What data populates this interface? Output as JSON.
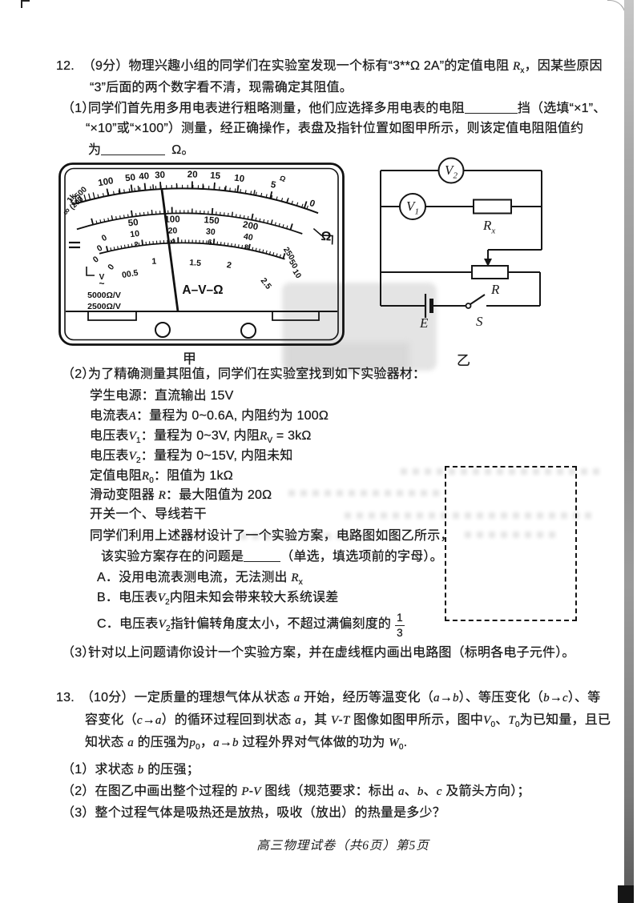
{
  "q12": {
    "num": "12.",
    "intro1": "（9分）物理兴趣小组的同学们在实验室发现一个标有“3**Ω 2A”的定值电阻 {R}_x，因某些原因",
    "intro2": "“3”后面的两个数字看不清，现需确定其阻值。",
    "part1_num": "（1）",
    "part1_a": "同学们首先用多用电表进行粗略测量，他们应选择多用电表的电阻",
    "part1_b": "挡（选填“×1”、",
    "part1_c": "“×10”或“×100”）测量，经正确操作，表盘及指针位置如图甲所示，则该定值电阻阻值约",
    "part1_d": "为",
    "part1_e": "Ω。",
    "part2_num": "（2）",
    "part2_intro": "为了精确测量其阻值，同学们在实验室找到如下实验器材：",
    "equip1": "学生电源：直流输出 15V",
    "equip2": "电流表{A}：量程为 0~0.6A, 内阻约为 100Ω",
    "equip3": "电压表{V}_1：量程为 0~3V, 内阻{R}_V = 3kΩ",
    "equip4": "电压表{V}_2：量程为 0~15V, 内阻未知",
    "equip5": "定值电阻{R}_0：阻值为 1kΩ",
    "equip6": "滑动变阻器 {R}：最大阻值为 20Ω",
    "equip7": "开关一个、导线若干",
    "plan1": "同学们利用上述器材设计了一个实验方案，电路图如图乙所示，",
    "plan2a": "该实验方案存在的问题是",
    "plan2b": "（单选，填选项前的字母）。",
    "optA": "A．没用电流表测电流，无法测出 {R}_x",
    "optB": "B．电压表{V}_2内阻未知会带来较大系统误差",
    "optC": "C．电压表{V}_2指针偏转角度太小，不超过满偏刻度的",
    "frac_num": "1",
    "frac_den": "3",
    "part3_num": "（3）",
    "part3": "针对以上问题请你设计一个实验方案，并在虚线框内画出电路图（标明各电子元件）。"
  },
  "q13": {
    "num": "13.",
    "l1": "（10分）一定质量的理想气体从状态 {a} 开始，经历等温变化（{a}→{b}）、等压变化（{b}→{c}）、等",
    "l2": "容变化（{c}→{a}）的循环过程回到状态 {a}，其 {V}-{T} 图像如图甲所示，图中{V}_0、{T}_0为已知量，且已",
    "l3": "知状态 {a} 的压强为{p}_0，{a}→{b} 过程外界对气体做的功为 {W}_0.",
    "p1": "（1）求状态 {b} 的压强；",
    "p2": "（2）在图乙中画出整个过程的 {P}-{V} 图线（规范要求：标出 {a}、{b}、{c} 及箭头方向）；",
    "p3": "（3）整个过程气体是吸热还是放热，吸收（放出）的热量是多少？"
  },
  "footer": "高三物理试卷（共6页）第5页",
  "meter": {
    "label": "甲",
    "center_text": "A–V–Ω",
    "sensitivity1": "5000Ω/V",
    "sensitivity2": "2500Ω/V",
    "ohm_symbol": "Ω",
    "omega_small": "Ω",
    "dc_symbol": "=",
    "acv_letter": "V",
    "acv_tilde": "~",
    "ohm_cluster": [
      "∞",
      "1k",
      "500",
      "(200"
    ],
    "ohm_labels": [
      "100",
      "50",
      "40",
      "30",
      "20",
      "15",
      "10",
      "5",
      "0"
    ],
    "mid_row1": [
      "50",
      "100",
      "150",
      "200"
    ],
    "mid_row2": [
      "10",
      "20",
      "30",
      "40"
    ],
    "mid_row3": [
      "2",
      "4",
      "6",
      "8"
    ],
    "mid_zeros": [
      "0",
      "0",
      "0"
    ],
    "mid_end": [
      "250",
      "50",
      "10"
    ],
    "acv_labels": [
      "0",
      "00.5",
      "1",
      "1.5",
      "2",
      "2.5"
    ]
  },
  "circuit": {
    "label": "乙",
    "v2": "{V}_2",
    "v1": "{V}_1",
    "rx": "{R}_x",
    "r": "{R}",
    "e": "{E}",
    "s": "{S}"
  }
}
